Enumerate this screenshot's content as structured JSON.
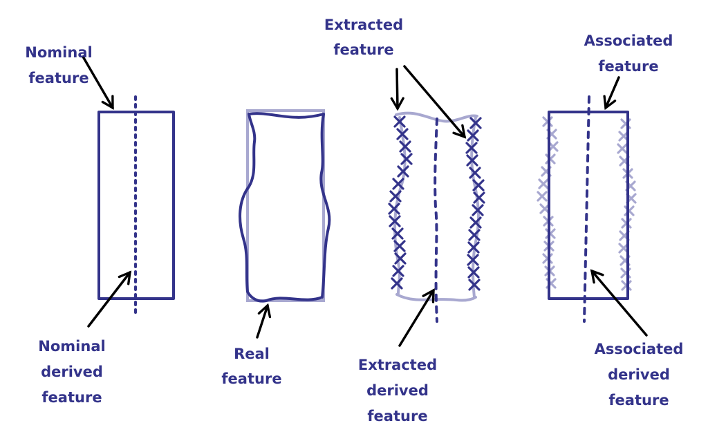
{
  "colors": {
    "dark": "#33338a",
    "light": "#a8a8d0",
    "arrow": "#000000"
  },
  "panels": [
    {
      "name": "nominal",
      "top_label": [
        "Nominal",
        "feature"
      ],
      "bottom_label": [
        "Nominal",
        "derived",
        "feature"
      ]
    },
    {
      "name": "real",
      "bottom_label": [
        "Real",
        "feature"
      ]
    },
    {
      "name": "extracted",
      "top_label": [
        "Extracted",
        "feature"
      ],
      "bottom_label": [
        "Extracted",
        "derived",
        "feature"
      ]
    },
    {
      "name": "associated",
      "top_label": [
        "Associated",
        "feature"
      ],
      "bottom_label": [
        "Associated",
        "derived",
        "feature"
      ]
    }
  ]
}
